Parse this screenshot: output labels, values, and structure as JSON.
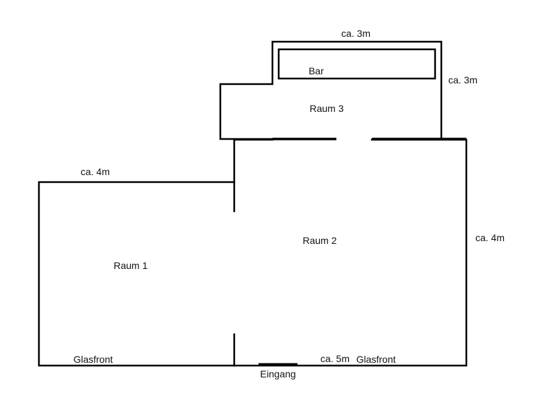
{
  "plan": {
    "rooms": {
      "raum1": "Raum 1",
      "raum2": "Raum 2",
      "raum3": "Raum 3",
      "bar": "Bar"
    },
    "dimensions": {
      "bar_width": "ca. 3m",
      "bar_depth": "ca. 3m",
      "raum1_width": "ca. 4m",
      "raum2_depth": "ca. 4m",
      "raum2_width": "ca. 5m"
    },
    "labels": {
      "glasfront_left": "Glasfront",
      "glasfront_right": "Glasfront",
      "eingang": "Eingang"
    }
  }
}
